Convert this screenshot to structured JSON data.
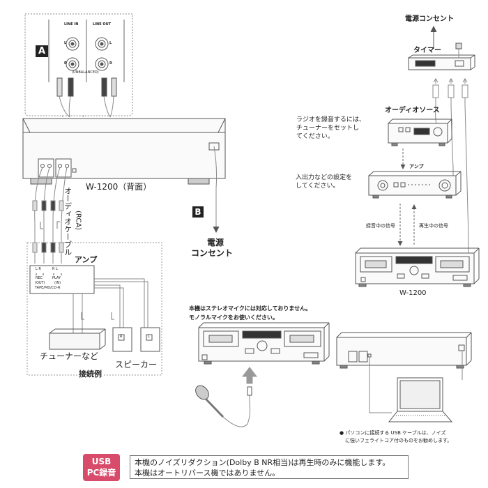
{
  "left_panel": {
    "marker_a": "A",
    "marker_b": "B",
    "line_in": "LINE IN",
    "line_out": "LINE OUT",
    "jack_l_in": "L",
    "jack_r_in": "R",
    "jack_l_out": "L",
    "jack_r_out": "R",
    "unbalanced": "(UNBALANCED)",
    "device_caption": "W-1200（背面）",
    "cable_caption": "オーディオケーブル",
    "cable_rca": "(RCA)",
    "power_outlet": [
      "電源",
      "コンセント"
    ],
    "amp_title": "アンプ",
    "amp_rec": "REC",
    "amp_rec_out": "(OUT)",
    "amp_play": "PLAY",
    "amp_play_in": "(IN)",
    "amp_lr_rec": "L  R",
    "amp_rl_play": "R  L",
    "amp_tape": "TAPE/MD/CD-R",
    "tuner_caption": "チューナーなど",
    "speaker_caption": "スピーカー",
    "speaker_r": "R",
    "speaker_l": "L",
    "example_caption": "接続例"
  },
  "right_panel": {
    "power_outlet": "電源コンセント",
    "timer": "タイマー",
    "audio_source": "オーディオソース",
    "radio_note": [
      "ラジオを録音するには、",
      "チューナーをセットし",
      "てください。"
    ],
    "amp": "アンプ",
    "io_note": [
      "入出力などの設定を",
      "してください。"
    ],
    "rec_signal": "録音中の信号",
    "play_signal": "再生中の信号",
    "device_name": "W-1200"
  },
  "mic_section": {
    "note_lines": [
      "本機はステレオマイクには対応しておりません。",
      "モノラルマイクをお使いください。"
    ]
  },
  "pc_section": {
    "note_lines": [
      "● パソコンに接続する USB ケーブルは、ノイズ",
      "に強いフェライトコア付のものをお勧めします。"
    ]
  },
  "usb_badge": [
    "USB",
    "PC録音"
  ],
  "usb_note": [
    "本機のノイズリダクション(Dolby B NR相当)は再生時のみに機能します。",
    "本機はオートリバース機ではありません。"
  ]
}
